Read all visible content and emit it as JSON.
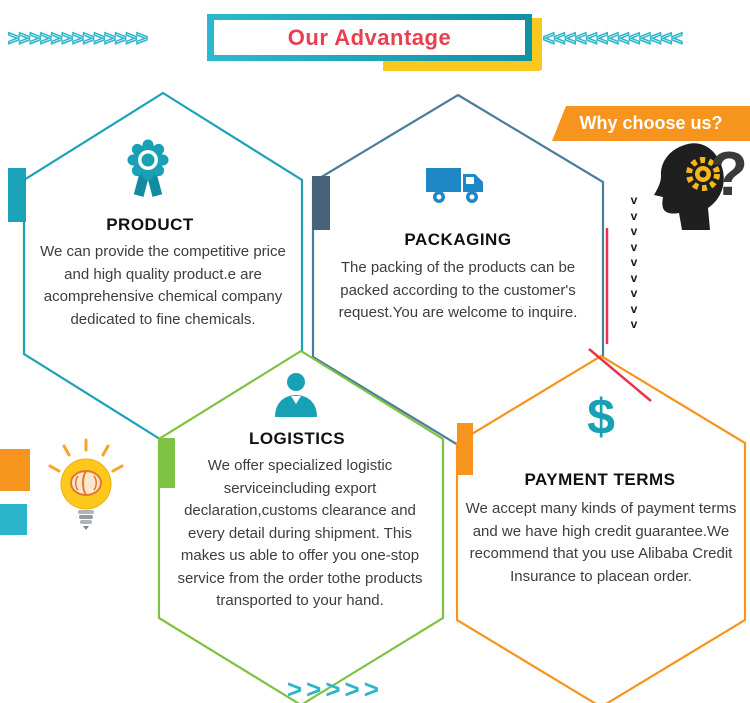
{
  "banner": {
    "label": "Our Advantage",
    "left_chevrons": ">>>>>>>>>>>>>",
    "right_chevrons": "<<<<<<<<<<<<<"
  },
  "why_choose": {
    "label": "Why choose us?",
    "question_mark": "?"
  },
  "decor": {
    "v_column": "v v v v v v v v v",
    "bottom_chevrons": ">>>>>"
  },
  "cards": [
    {
      "id": "product",
      "title": "PRODUCT",
      "body": "We can provide the competitive price and high quality product.e are acomprehensive chemical company dedicated to fine chemicals.",
      "outline_color": "#1aa3b8",
      "accent_bar_color": "#1aa3b8",
      "icon": "medal-icon"
    },
    {
      "id": "packaging",
      "title": "PACKAGING",
      "body": "The packing of the products can be packed according to the customer's request.You are welcome to inquire.",
      "outline_color": "#4a7c9b",
      "accent_bar_color": "#46637a",
      "icon": "truck-icon"
    },
    {
      "id": "logistics",
      "title": "LOGISTICS",
      "body": "We offer specialized logistic serviceincluding export declaration,customs clearance and every detail during shipment. This makes us able to offer you one-stop service from the order tothe products transported to your hand.",
      "outline_color": "#7dc242",
      "accent_bar_color": "#7dc242",
      "icon": "person-icon"
    },
    {
      "id": "payment",
      "title": "PAYMENT TERMS",
      "body": "We accept many kinds of payment terms and we have high credit guarantee.We recommend that you use Alibaba Credit Insurance to placean order.",
      "outline_color": "#f7941d",
      "accent_bar_color": "#f7941d",
      "icon": "dollar-icon",
      "icon_glyph": "$"
    }
  ],
  "colors": {
    "teal": "#18a0b5",
    "teal_bright": "#2ab5cb",
    "steel_blue": "#4a7c9b",
    "truck_blue": "#1e88c7",
    "green": "#7dc242",
    "orange": "#f7941d",
    "yellow": "#f8c81c",
    "red": "#e8344a",
    "banner_text_red": "#e8404f"
  }
}
